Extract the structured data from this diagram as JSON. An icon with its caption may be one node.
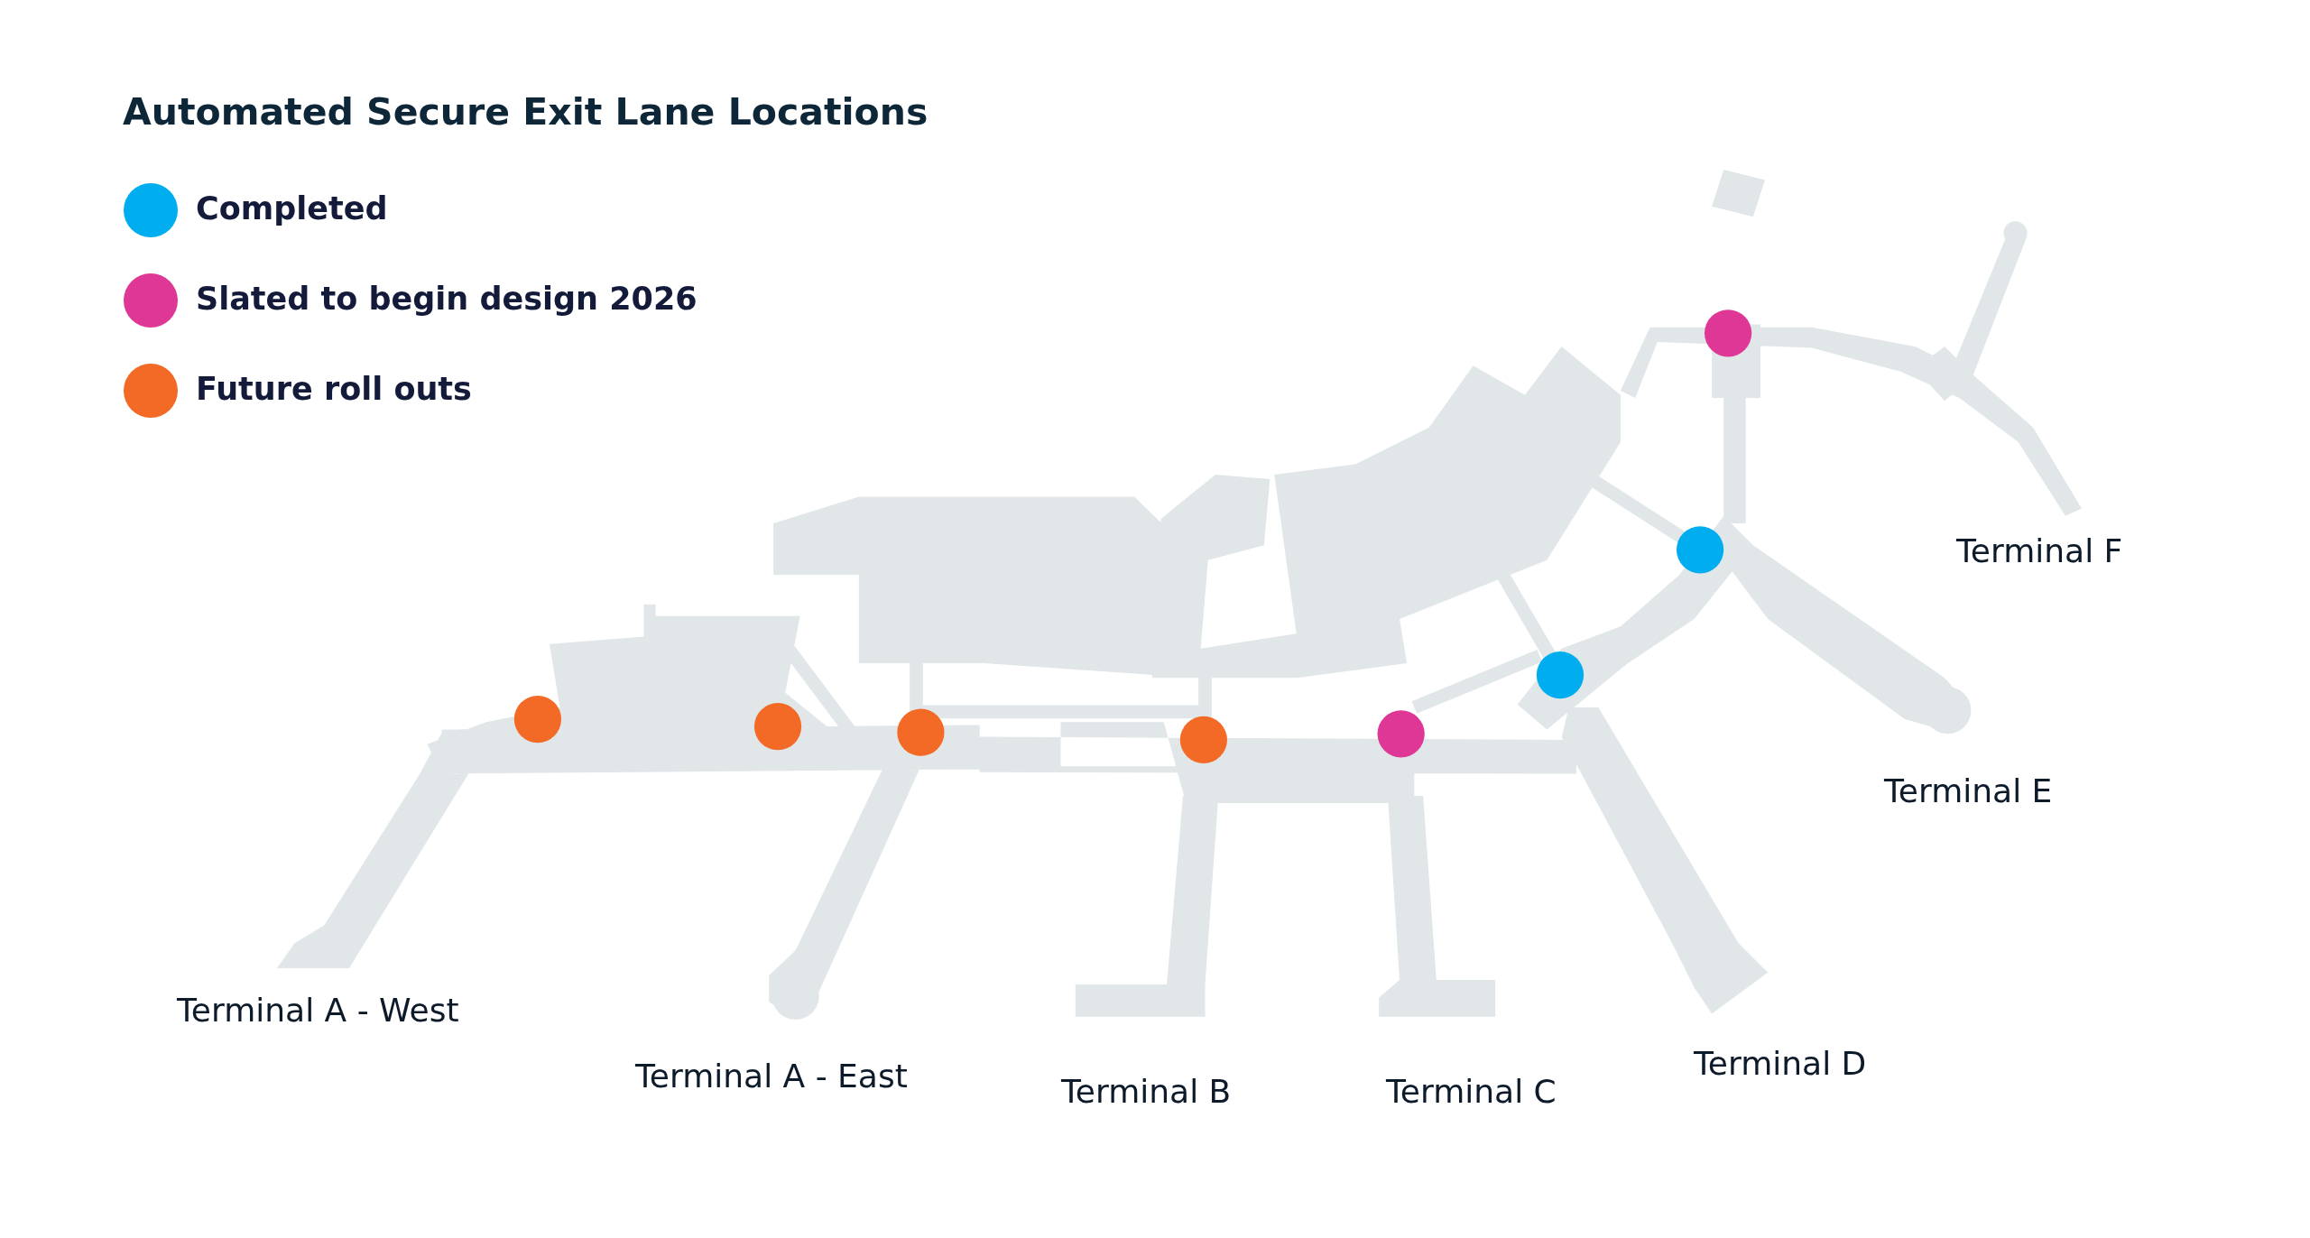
{
  "diagram": {
    "title": "Automated Secure Exit Lane Locations",
    "labels": [
      "Terminal F",
      "Terminal E",
      "Terminal A - West",
      "Terminal D",
      "Terminal A - East",
      "Terminal B",
      "Terminal C"
    ],
    "legend": [
      {
        "text": "Completed",
        "color": "#00aeef"
      },
      {
        "text": "Slated to begin design 2026",
        "color": "#df3795"
      },
      {
        "text": "Future roll outs",
        "color": "#f26a25"
      }
    ]
  }
}
